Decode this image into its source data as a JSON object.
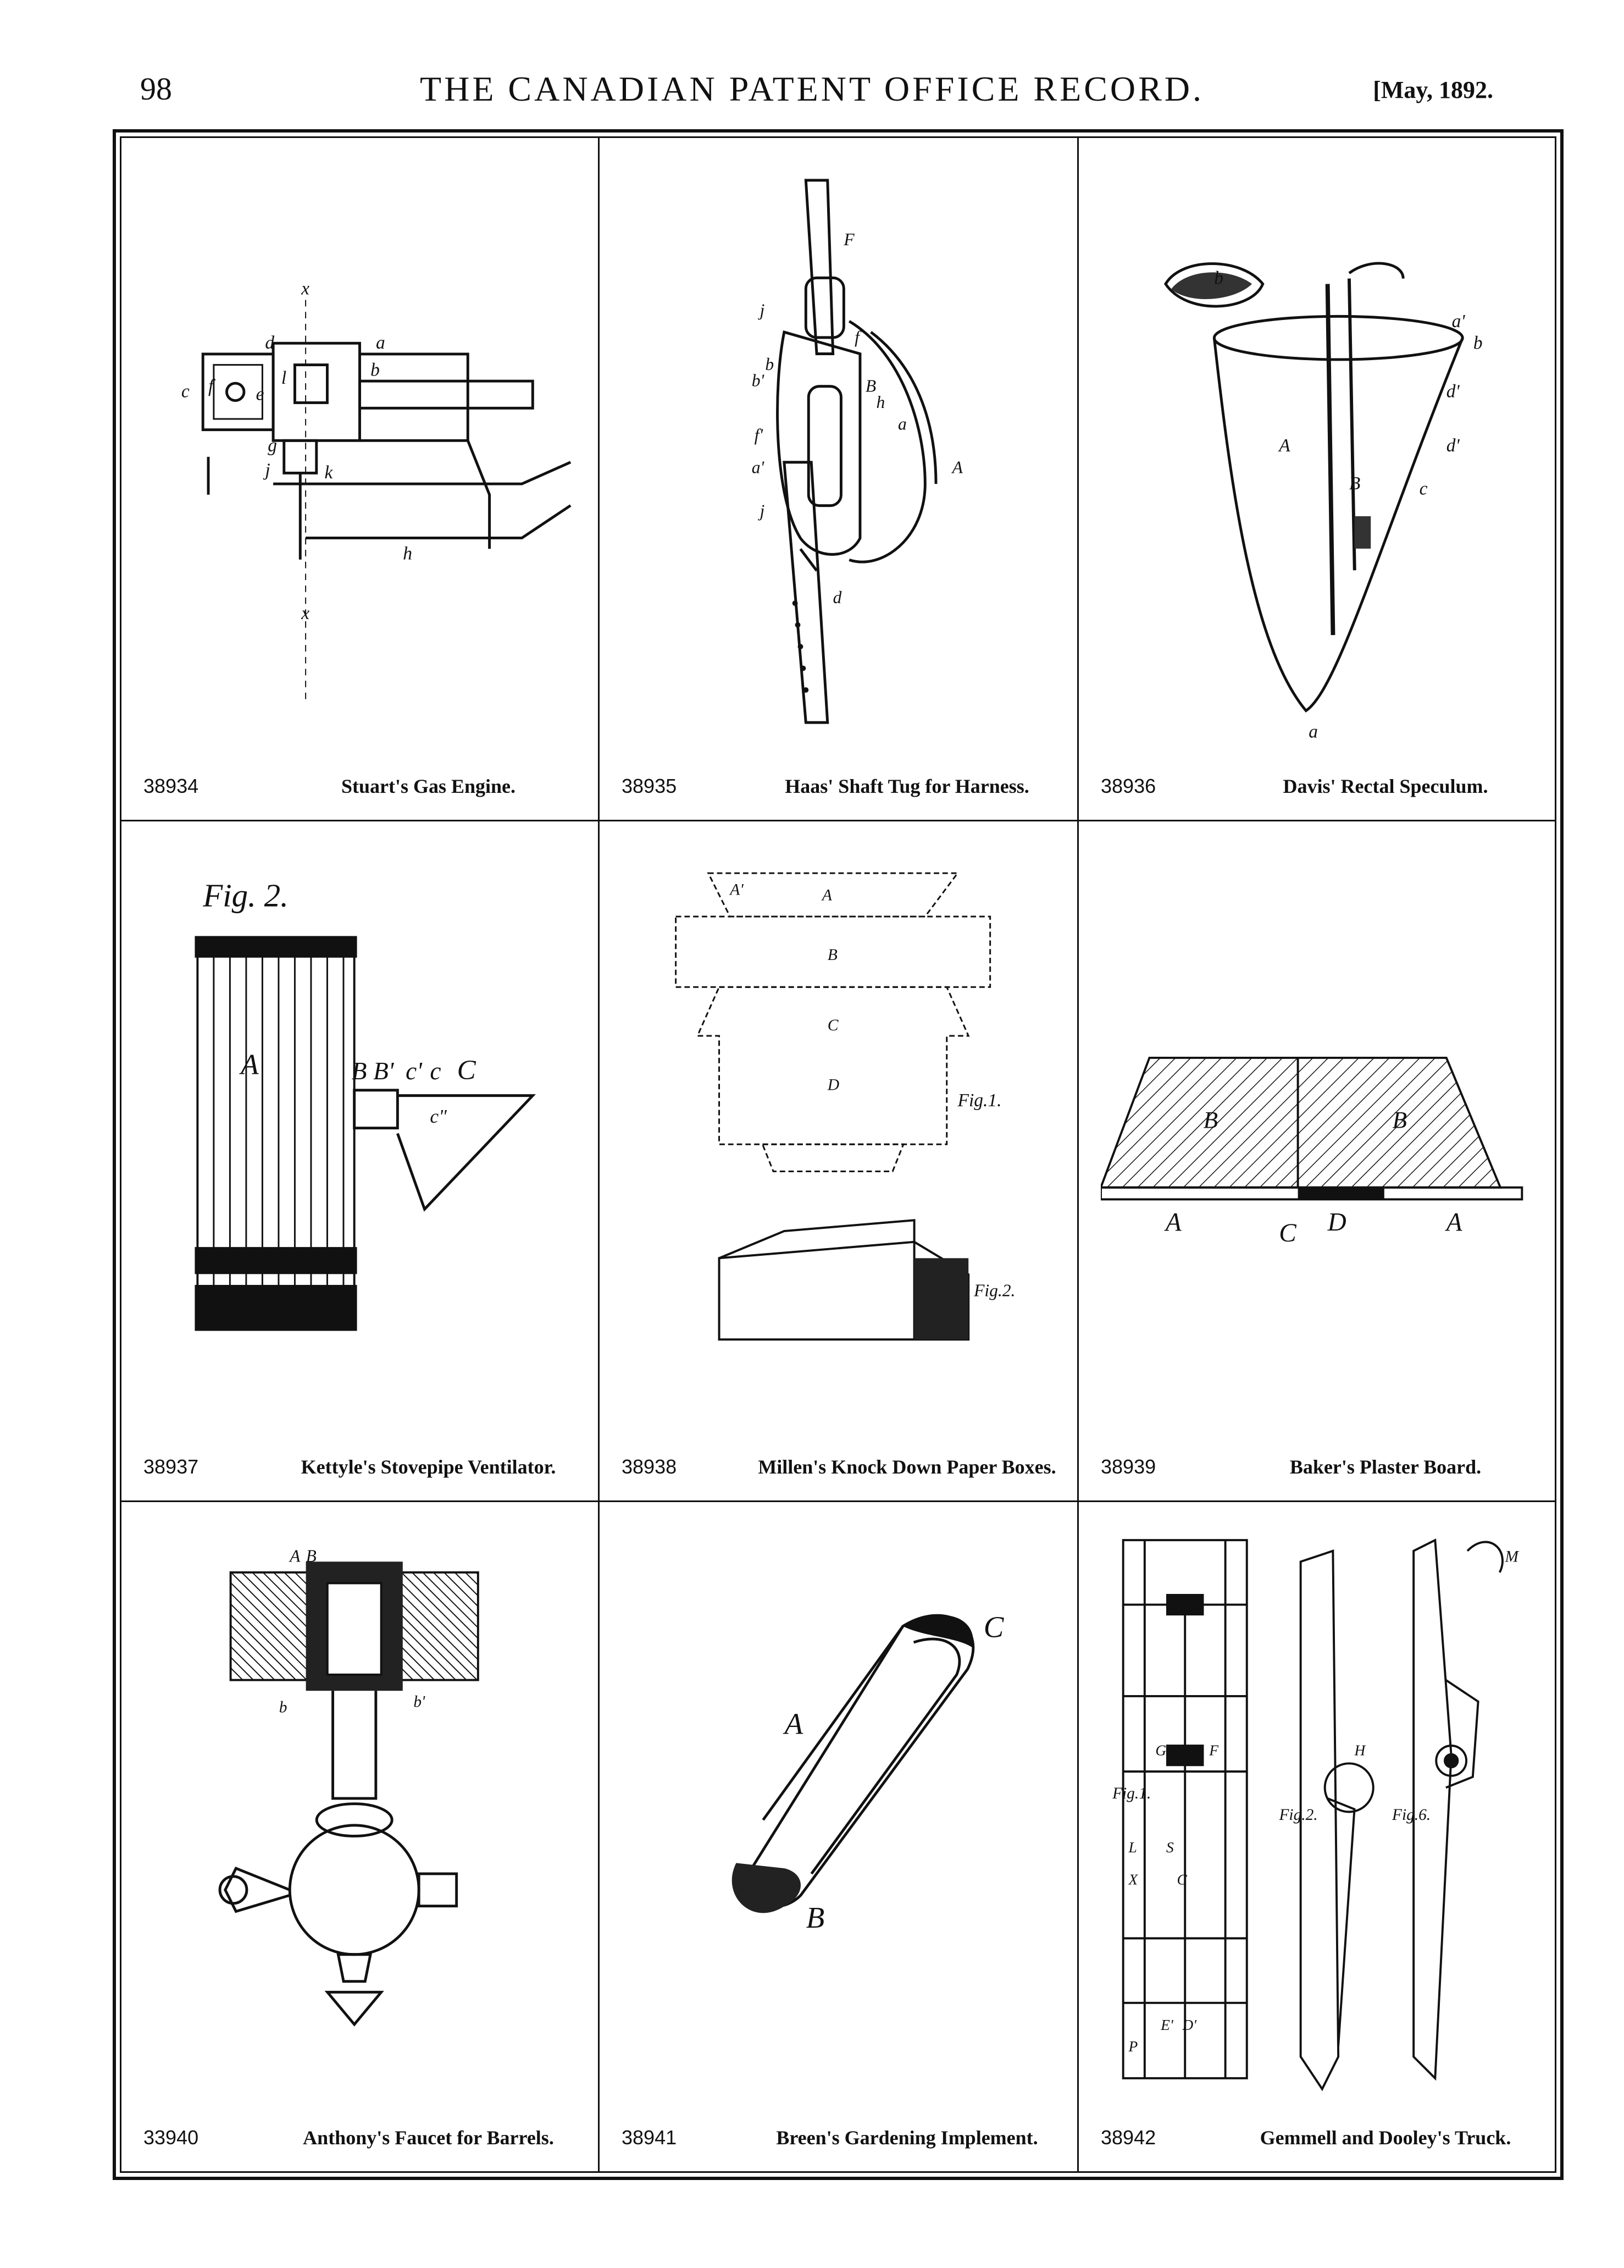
{
  "header": {
    "page_number": "98",
    "journal_title": "THE CANADIAN PATENT OFFICE RECORD.",
    "issue_date": "[May, 1892."
  },
  "patents": [
    {
      "number": "38934",
      "title": "Stuart's Gas Engine."
    },
    {
      "number": "38935",
      "title": "Haas' Shaft Tug for Harness."
    },
    {
      "number": "38936",
      "title": "Davis' Rectal Speculum."
    },
    {
      "number": "38937",
      "title": "Kettyle's Stovepipe Ventilator."
    },
    {
      "number": "38938",
      "title": "Millen's Knock Down Paper Boxes."
    },
    {
      "number": "38939",
      "title": "Baker's Plaster Board."
    },
    {
      "number": "33940",
      "title": "Anthony's Faucet for Barrels."
    },
    {
      "number": "38941",
      "title": "Breen's Gardening Implement."
    },
    {
      "number": "38942",
      "title": "Gemmell and Dooley's Truck."
    }
  ],
  "figure_labels": {
    "gas_engine": [
      "x",
      "d",
      "a",
      "c",
      "f",
      "e",
      "b",
      "l",
      "g",
      "j",
      "k",
      "h",
      "x"
    ],
    "shaft_tug": [
      "F",
      "j",
      "f",
      "b",
      "b'",
      "B",
      "h",
      "a",
      "f'",
      "a'",
      "A",
      "j",
      "d"
    ],
    "speculum": [
      "b",
      "a'",
      "b",
      "d'",
      "A",
      "d'",
      "B",
      "c",
      "a"
    ],
    "ventilator": [
      "Fig. 2.",
      "A",
      "B",
      "B'",
      "c'",
      "c",
      "C",
      "c\""
    ],
    "paper_boxes": [
      "A'",
      "A",
      "B",
      "C",
      "D",
      "Fig.1.",
      "Fig.2."
    ],
    "plaster_board": [
      "B",
      "B",
      "A",
      "C",
      "D",
      "A"
    ],
    "faucet": [
      "A",
      "B",
      "b",
      "b'"
    ],
    "gardening": [
      "A",
      "B",
      "C"
    ],
    "truck": [
      "Fig.1.",
      "Fig.2.",
      "Fig.6.",
      "G",
      "F",
      "H",
      "L",
      "S",
      "C",
      "X",
      "E'",
      "D'",
      "P",
      "M"
    ]
  }
}
